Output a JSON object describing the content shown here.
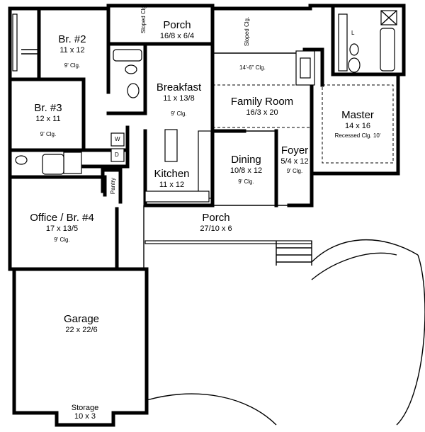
{
  "rooms": {
    "br2": {
      "name": "Br. #2",
      "dims": "11 x 12",
      "clg": "9' Clg."
    },
    "porch_top": {
      "name": "Porch",
      "dims": "16/8 x 6/4",
      "clg_note": "Sloped Clg."
    },
    "sloped_family": "Sloped Clg.",
    "breakfast": {
      "name": "Breakfast",
      "dims": "11 x 13/8",
      "clg": "9' Clg."
    },
    "family": {
      "name": "Family Room",
      "dims": "16/3 x 20",
      "clg": "14'-6\" Clg."
    },
    "master": {
      "name": "Master",
      "dims": "14 x 16",
      "clg": "Recessed Clg. 10'"
    },
    "br3": {
      "name": "Br. #3",
      "dims": "12 x 11",
      "clg": "9' Clg."
    },
    "dining": {
      "name": "Dining",
      "dims": "10/8 x 12",
      "clg": "9' Clg."
    },
    "foyer": {
      "name": "Foyer",
      "dims": "5/4 x 12",
      "clg": "9' Clg."
    },
    "kitchen": {
      "name": "Kitchen",
      "dims": "11 x 12"
    },
    "office": {
      "name": "Office / Br. #4",
      "dims": "17 x 13/5",
      "clg": "9' Clg."
    },
    "porch_front": {
      "name": "Porch",
      "dims": "27/10 x 6"
    },
    "garage": {
      "name": "Garage",
      "dims": "22 x 22/6"
    },
    "storage": {
      "name": "Storage",
      "dims": "10 x 3"
    }
  },
  "fixtures": {
    "pantry": "Pantry",
    "washer": "W",
    "dryer": "D",
    "closet_l": "L"
  }
}
